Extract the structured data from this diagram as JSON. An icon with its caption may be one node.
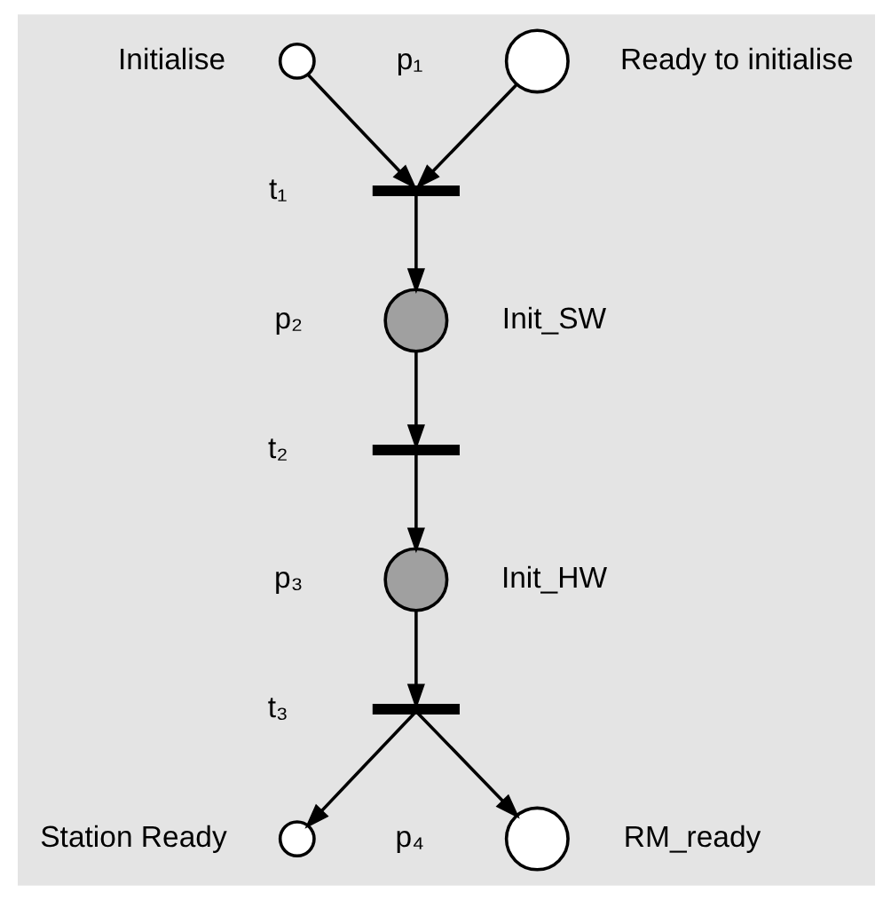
{
  "diagram": {
    "nodes": [
      {
        "text": [],
        "shape": "circle",
        "beside": [
          "p₁",
          "Ready to initialise"
        ]
      },
      {
        "text": [],
        "shape": "circle",
        "beside": [
          "Initialise"
        ]
      },
      {
        "text": [],
        "shape": "bar",
        "beside": [
          "t₁"
        ]
      },
      {
        "text": [],
        "shape": "circle",
        "beside": [
          "p₂",
          "Init_SW"
        ]
      },
      {
        "text": [],
        "shape": "bar",
        "beside": [
          "t₂"
        ]
      },
      {
        "text": [],
        "shape": "circle",
        "beside": [
          "p₃",
          "Init_HW"
        ]
      },
      {
        "text": [],
        "shape": "bar",
        "beside": [
          "t₃"
        ]
      },
      {
        "text": [],
        "shape": "circle",
        "beside": [
          "Station Ready"
        ]
      },
      {
        "text": [],
        "shape": "circle",
        "beside": [
          "p₄",
          "RM_ready"
        ]
      }
    ],
    "edges": [
      {
        "from": 0,
        "to": 2,
        "arrow": "to"
      },
      {
        "from": 1,
        "to": 2,
        "arrow": "to"
      },
      {
        "from": 2,
        "to": 3,
        "arrow": "to"
      },
      {
        "from": 3,
        "to": 4,
        "arrow": "to"
      },
      {
        "from": 4,
        "to": 5,
        "arrow": "to"
      },
      {
        "from": 5,
        "to": 6,
        "arrow": "to"
      },
      {
        "from": 6,
        "to": 7,
        "arrow": "to"
      },
      {
        "from": 6,
        "to": 8,
        "arrow": "to"
      }
    ]
  }
}
